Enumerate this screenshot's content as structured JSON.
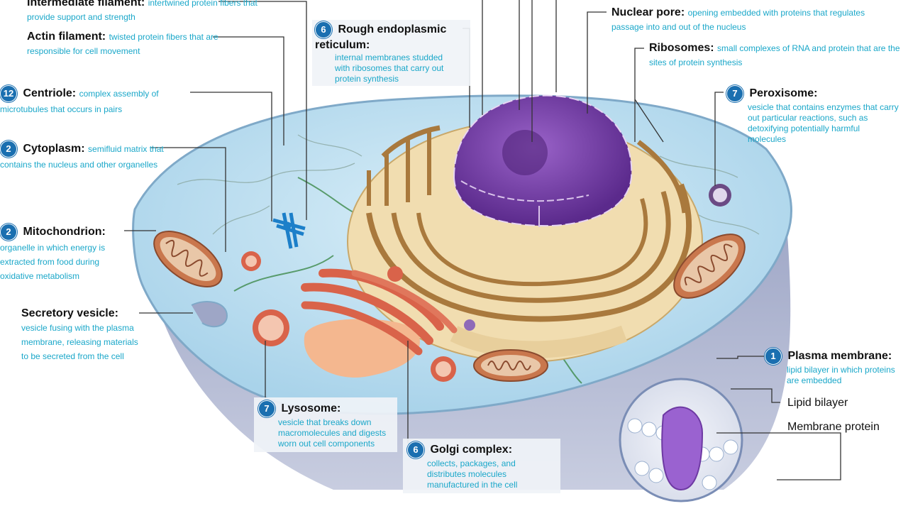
{
  "labels": {
    "intermediate": {
      "title": "Intermediate filament:",
      "desc": "intertwined protein fibers that provide support and strength"
    },
    "actin": {
      "title": "Actin filament:",
      "desc": "twisted protein fibers that are responsible for cell movement"
    },
    "centriole": {
      "badge": "12",
      "title": "Centriole:",
      "desc": "complex assembly of microtubules that occurs in pairs"
    },
    "cytoplasm": {
      "badge": "2",
      "title": "Cytoplasm:",
      "desc": "semifluid matrix that contains the nucleus and other organelles"
    },
    "mitochondrion": {
      "badge": "2",
      "title": "Mitochondrion:",
      "desc": "organelle in which energy is extracted from food during oxidative metabolism"
    },
    "secretory": {
      "title": "Secretory vesicle:",
      "desc": "vesicle fusing with the plasma membrane, releasing materials to be secreted from the cell"
    },
    "rough_er": {
      "badge": "6",
      "title": "Rough endoplasmic reticulum:",
      "desc": "internal membranes studded with ribosomes that carry out protein synthesis"
    },
    "nuclear_pore": {
      "title": "Nuclear pore:",
      "desc": "opening embedded with proteins that regulates passage into and out of the nucleus"
    },
    "ribosomes": {
      "title": "Ribosomes:",
      "desc": "small complexes of RNA and protein that are the sites of protein synthesis"
    },
    "peroxisome": {
      "badge": "7",
      "title": "Peroxisome:",
      "desc": "vesicle that contains enzymes that carry out particular reactions, such as detoxifying potentially harmful molecules"
    },
    "plasma": {
      "badge": "1",
      "title": "Plasma membrane:",
      "desc": "lipid bilayer in which proteins are embedded"
    },
    "lipid": {
      "title": "Lipid bilayer"
    },
    "membrane_protein": {
      "title": "Membrane protein"
    },
    "lysosome": {
      "badge": "7",
      "title": "Lysosome:",
      "desc": "vesicle that breaks down macromolecules and digests worn out cell components"
    },
    "golgi": {
      "badge": "6",
      "title": "Golgi complex:",
      "desc": "collects, packages, and distributes molecules manufactured in the cell"
    }
  },
  "colors": {
    "badge": "#1a6fb0",
    "desc_text": "#1aa7c9",
    "nucleus": "#7b3fa8",
    "cytoplasm": "#bfe0f0",
    "er": "#e9d3a0",
    "golgi": "#d9634a"
  }
}
